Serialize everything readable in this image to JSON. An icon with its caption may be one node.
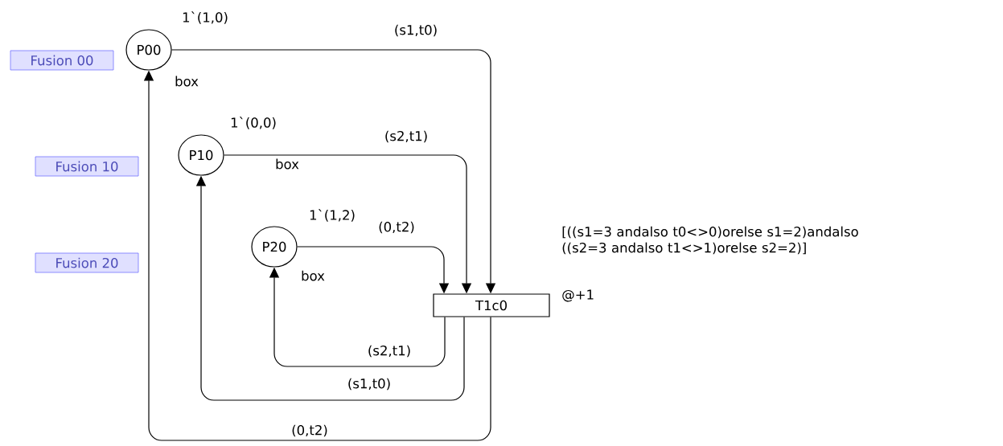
{
  "diagram": {
    "nodes": [
      {
        "text": [
          "P00"
        ],
        "beside": [
          "1`(1,0)",
          "box"
        ]
      },
      {
        "text": [
          "P10"
        ],
        "beside": [
          "1`(0,0)",
          "box"
        ]
      },
      {
        "text": [
          "P20"
        ],
        "beside": [
          "1`(1,2)",
          "box"
        ]
      },
      {
        "text": [
          "T1c0"
        ],
        "beside": [
          "[((s1=3 andalso t0<>0)orelse s1=2)andalso ((s2=3 andalso t1<>1)orelse s2=2)]",
          "@+1"
        ]
      },
      {
        "text": [
          "Fusion 00"
        ]
      },
      {
        "text": [
          "Fusion 10"
        ]
      },
      {
        "text": [
          "Fusion 20"
        ]
      }
    ],
    "edges": [
      {
        "from": 0,
        "to": 3,
        "arrow": "to",
        "label": "(s1,t0)"
      },
      {
        "from": 1,
        "to": 3,
        "arrow": "to",
        "label": "(s2,t1)"
      },
      {
        "from": 2,
        "to": 3,
        "arrow": "to",
        "label": "(0,t2)"
      },
      {
        "from": 3,
        "to": 2,
        "arrow": "to",
        "label": "(s2,t1)"
      },
      {
        "from": 3,
        "to": 1,
        "arrow": "to",
        "label": "(s1,t0)"
      },
      {
        "from": 3,
        "to": 0,
        "arrow": "to",
        "label": "(0,t2)"
      }
    ]
  }
}
